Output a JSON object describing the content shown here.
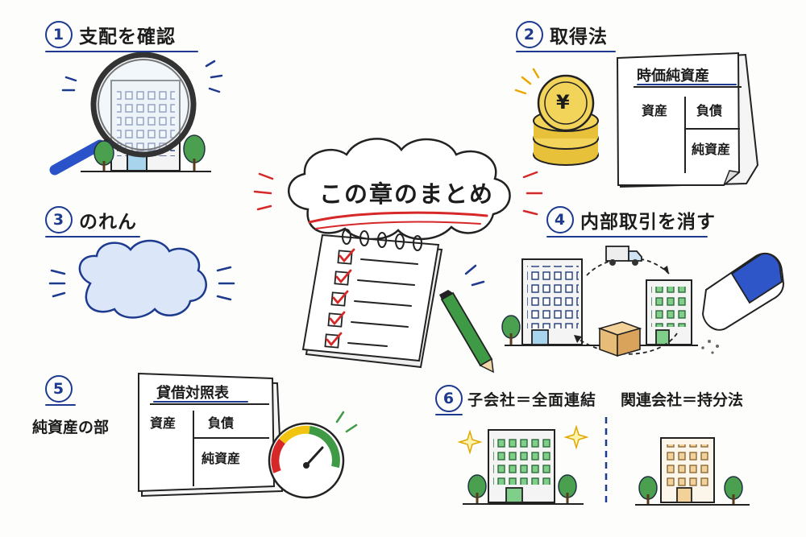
{
  "center": {
    "title": "この章のまとめ"
  },
  "sections": [
    {
      "number": "1",
      "title": "支配を確認"
    },
    {
      "number": "2",
      "title": "取得法"
    },
    {
      "number": "3",
      "title": "のれん"
    },
    {
      "number": "4",
      "title": "内部取引を消す"
    },
    {
      "number": "5",
      "title": "純資産の部"
    },
    {
      "number": "6",
      "title": "子会社＝全面連結",
      "title_right": "関連会社＝持分法"
    }
  ],
  "fair_value_sheet": {
    "title": "時価純資産",
    "assets": "資産",
    "liabilities": "負債",
    "net_assets": "純資産"
  },
  "balance_sheet": {
    "title": "貸借対照表",
    "assets": "資産",
    "liabilities": "負債",
    "net_assets": "純資産"
  },
  "coin_symbol": "¥",
  "colors": {
    "accent_blue": "#1d3a8f",
    "accent_red": "#d62828",
    "pencil_green": "#3f9a45",
    "coin_gold": "#e8c13a"
  }
}
